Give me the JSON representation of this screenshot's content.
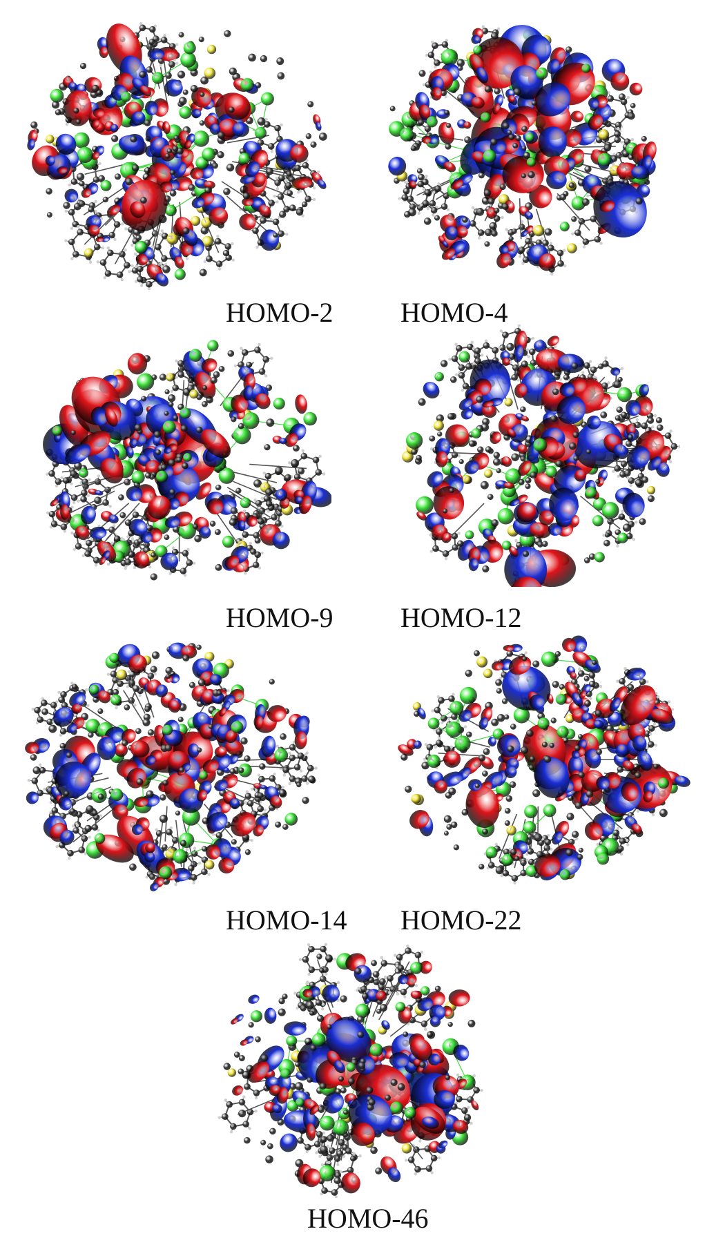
{
  "colors": {
    "lobe_positive": "#e0141a",
    "lobe_negative": "#1a2fd6",
    "metal_atom": "#3ee63a",
    "sulfur_atom": "#f2e63a",
    "carbon_atom": "#3a3a3a",
    "hydrogen_atom": "#cfcfcf",
    "bond": "#555555",
    "background": "#ffffff"
  },
  "orbitals": [
    {
      "label": "HOMO-2"
    },
    {
      "label": "HOMO-4"
    },
    {
      "label": "HOMO-9"
    },
    {
      "label": "HOMO-12"
    },
    {
      "label": "HOMO-14"
    },
    {
      "label": "HOMO-22"
    },
    {
      "label": "HOMO-46"
    }
  ]
}
